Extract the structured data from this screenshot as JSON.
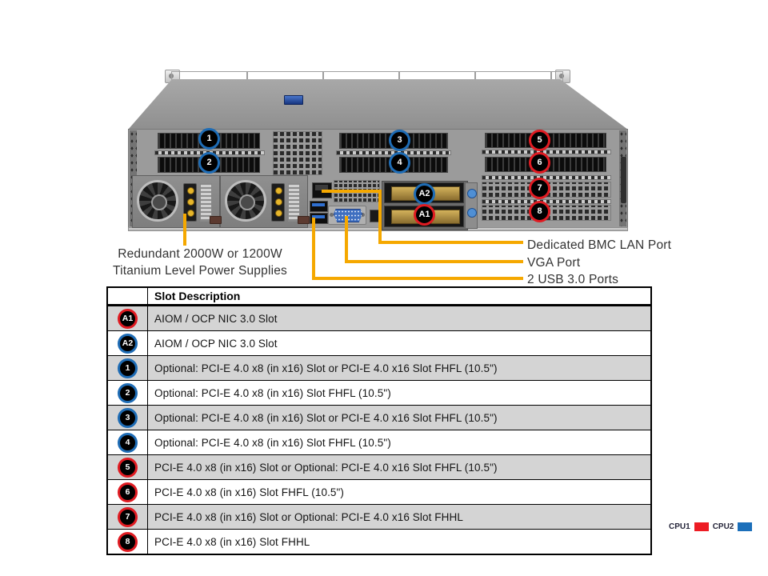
{
  "colors": {
    "callout_line": "#F5A800",
    "badge_red_ring": "#E01B22",
    "badge_blue_ring": "#1E6CB5",
    "table_row_gray": "#D4D4D4",
    "legend_red": "#ED1C24",
    "legend_blue": "#1C6FBA"
  },
  "illustration": {
    "psu_label_line1": "Redundant 2000W or 1200W",
    "psu_label_line2": "Titanium Level Power Supplies",
    "port_labels": {
      "bmc": "Dedicated BMC LAN Port",
      "vga": "VGA Port",
      "usb": "2 USB 3.0 Ports"
    }
  },
  "table": {
    "header": "Slot Description",
    "rows": [
      {
        "id": "A1",
        "color": "red",
        "desc": "AIOM / OCP NIC 3.0 Slot"
      },
      {
        "id": "A2",
        "color": "blue",
        "desc": "AIOM / OCP NIC 3.0 Slot"
      },
      {
        "id": "1",
        "color": "blue",
        "desc": "Optional: PCI-E 4.0 x8 (in x16) Slot or PCI-E 4.0 x16 Slot FHFL (10.5\")"
      },
      {
        "id": "2",
        "color": "blue",
        "desc": "Optional: PCI-E 4.0 x8 (in x16) Slot FHFL (10.5\")"
      },
      {
        "id": "3",
        "color": "blue",
        "desc": "Optional: PCI-E 4.0 x8 (in x16) Slot or PCI-E 4.0 x16 Slot FHFL (10.5\")"
      },
      {
        "id": "4",
        "color": "blue",
        "desc": "Optional: PCI-E 4.0 x8 (in x16) Slot FHFL (10.5\")"
      },
      {
        "id": "5",
        "color": "red",
        "desc": "PCI-E 4.0 x8 (in x16) Slot or Optional: PCI-E 4.0 x16 Slot FHFL (10.5\")"
      },
      {
        "id": "6",
        "color": "red",
        "desc": "PCI-E 4.0 x8 (in x16) Slot FHFL (10.5\")"
      },
      {
        "id": "7",
        "color": "red",
        "desc": "PCI-E 4.0 x8 (in x16) Slot or Optional: PCI-E 4.0 x16 Slot FHHL"
      },
      {
        "id": "8",
        "color": "red",
        "desc": "PCI-E 4.0 x8 (in x16) Slot FHHL"
      }
    ]
  },
  "legend": {
    "cpu1_label": "CPU1",
    "cpu2_label": "CPU2"
  }
}
